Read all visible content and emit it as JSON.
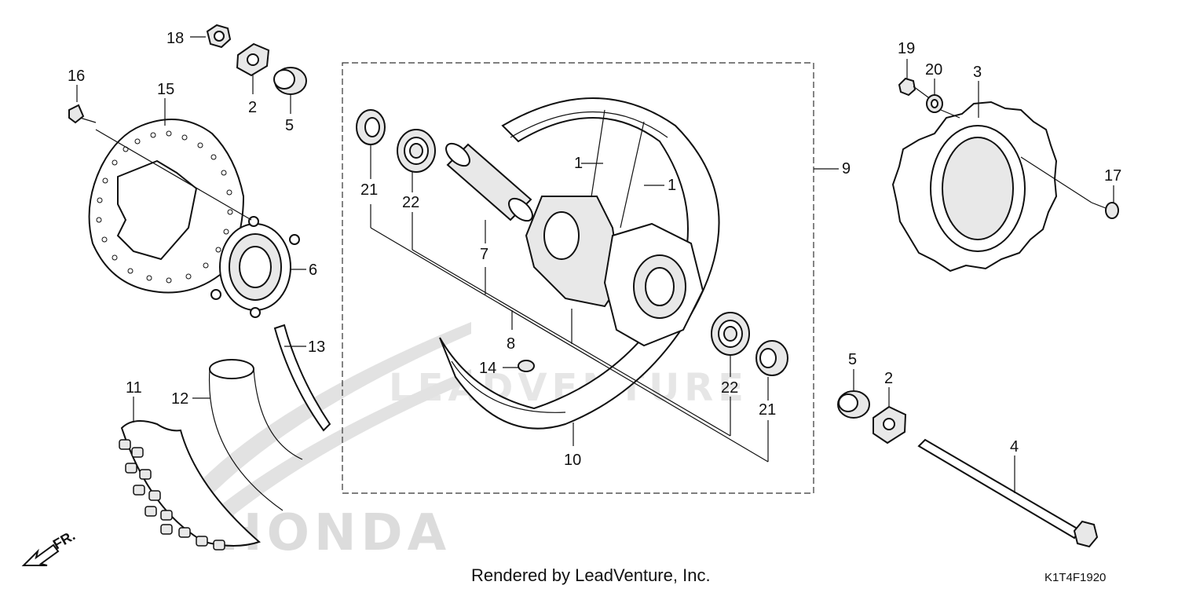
{
  "labels": {
    "p1a": "1",
    "p1b": "1",
    "p2a": "2",
    "p2b": "2",
    "p3": "3",
    "p4": "4",
    "p5a": "5",
    "p5b": "5",
    "p6": "6",
    "p7": "7",
    "p8": "8",
    "p9": "9",
    "p10": "10",
    "p11": "11",
    "p12": "12",
    "p13": "13",
    "p14": "14",
    "p15": "15",
    "p16": "16",
    "p17": "17",
    "p18": "18",
    "p19": "19",
    "p20": "20",
    "p21a": "21",
    "p21b": "21",
    "p22a": "22",
    "p22b": "22"
  },
  "footer": {
    "rendered_by": "Rendered by LeadVenture, Inc.",
    "diagram_code": "K1T4F1920",
    "front_marker": "FR."
  },
  "watermarks": {
    "leadventure": "LEADVENTURE",
    "honda": "HONDA"
  }
}
